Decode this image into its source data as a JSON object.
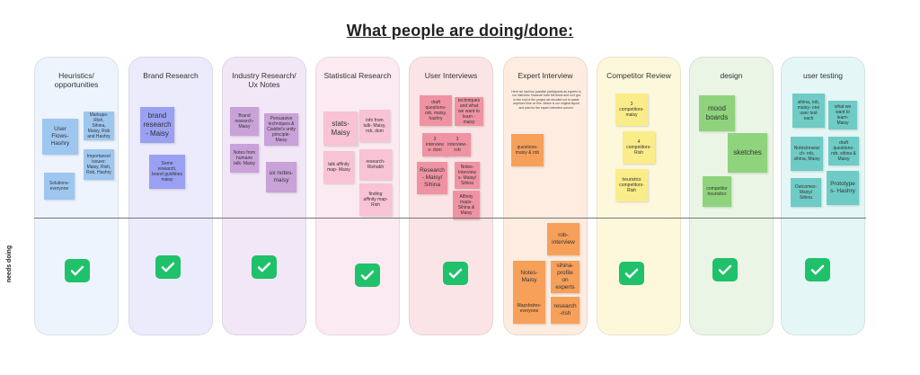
{
  "board": {
    "title": "What people are doing/done:",
    "row_label": "needs doing"
  },
  "columns": [
    {
      "title": "Heuristics/ opportunities",
      "bg": "#eef4fd",
      "notes": [
        {
          "text": "User Flows- Hashry",
          "color": "#9ec7f0"
        },
        {
          "text": "Markups- Rish, Sihina, Maisy, Rob and Hashry",
          "color": "#9ec7f0"
        },
        {
          "text": "Importance/ issues: Maisy, Rish, Rob, Hashry",
          "color": "#9ec7f0"
        },
        {
          "text": "Solutions- everyone",
          "color": "#9ec7f0"
        }
      ]
    },
    {
      "title": "Brand Research",
      "bg": "#ecebfb",
      "notes": [
        {
          "text": "brand research- Maisy",
          "color": "#9aa0f2"
        },
        {
          "text": "Some research, brand guidlines maisy",
          "color": "#9aa0f2"
        }
      ]
    },
    {
      "title": "Industry Research/ Ux Notes",
      "bg": "#f2e7f6",
      "notes": [
        {
          "text": "Brand research- Maisy",
          "color": "#c8a2d8"
        },
        {
          "text": "Persuasive techniques & Cialdini's unity principle- Maisy",
          "color": "#c8a2d8"
        },
        {
          "text": "Notes from humane talk- Maisy",
          "color": "#c8a2d8"
        },
        {
          "text": "ux notes- maisy",
          "color": "#c8a2d8"
        }
      ]
    },
    {
      "title": "Statistical Research",
      "bg": "#fbeaf1",
      "notes": [
        {
          "text": "stats- Maisy",
          "color": "#f7c3d5"
        },
        {
          "text": "info from talk- Maisy, rob, dom",
          "color": "#f7c3d5"
        },
        {
          "text": "talk affinity map- Maisy",
          "color": "#f7c3d5"
        },
        {
          "text": "research- Rishabh",
          "color": "#f7c3d5"
        },
        {
          "text": "finding affinity map- Rish",
          "color": "#f7c3d5"
        }
      ]
    },
    {
      "title": "User Interviews",
      "bg": "#fbe4e6",
      "notes": [
        {
          "text": "draft questions- rob, maisy, hashry",
          "color": "#ef93a3"
        },
        {
          "text": "techniques and what we want to learn - maisy",
          "color": "#ef93a3"
        },
        {
          "text": "3 interviews- dom",
          "color": "#ef93a3"
        },
        {
          "text": "3 interview- rob",
          "color": "#ef93a3"
        },
        {
          "text": "Research- Maisy/ Sihina",
          "color": "#ef93a3"
        },
        {
          "text": "Notes- Interviews- Maisy/ Sihina",
          "color": "#ef93a3"
        },
        {
          "text": "Affinity maps- Sihina & Maisy",
          "color": "#ef93a3"
        }
      ]
    },
    {
      "title": "Expert Interview",
      "bg": "#fdecdf",
      "description": "Here we had two possible participants as experts in our interview. However both fell threw and so it got to the end of the project we decided not to waste anymore time on this. Below is our original layout and plan for the expert interview column:",
      "notes": [
        {
          "text": "questions- maisy & rob",
          "color": "#f7a05a"
        },
        {
          "text": "rob- interview",
          "color": "#f7a05a"
        },
        {
          "text": "Notes- Maisy",
          "color": "#f7a05a"
        },
        {
          "text": "sihina- profile on experts",
          "color": "#f7a05a"
        },
        {
          "text": "Mapsbsites- everyone",
          "color": "#f7a05a"
        },
        {
          "text": "research -rish",
          "color": "#f7a05a"
        }
      ]
    },
    {
      "title": "Competitor Review",
      "bg": "#fdf8dc",
      "notes": [
        {
          "text": "3 competitors- maisy",
          "color": "#fbec8a"
        },
        {
          "text": "4 competitors- Rish",
          "color": "#fbec8a"
        },
        {
          "text": "heuristics competitors- Rish",
          "color": "#fbec8a"
        }
      ]
    },
    {
      "title": "design",
      "bg": "#eaf5e6",
      "notes": [
        {
          "text": "mood boards",
          "color": "#8fd47c"
        },
        {
          "text": "sketches",
          "color": "#8fd47c"
        },
        {
          "text": "competitor heuristics",
          "color": "#8fd47c"
        }
      ]
    },
    {
      "title": "user testing",
      "bg": "#e4f6f5",
      "notes": [
        {
          "text": "sihina, rob, maisy- one user test each",
          "color": "#6fcbc6"
        },
        {
          "text": "what we want to learn- Maisy",
          "color": "#6fcbc6"
        },
        {
          "text": "Notes/research- rob, sihina, Maisy",
          "color": "#6fcbc6"
        },
        {
          "text": "draft questions- rob, sihina & Maisy",
          "color": "#6fcbc6"
        },
        {
          "text": "Outcomes- Maisy/ Sihina",
          "color": "#6fcbc6"
        },
        {
          "text": "Prototypes- Hashry",
          "color": "#6fcbc6"
        }
      ]
    }
  ],
  "accent": {
    "check": "#1fc16b",
    "divider": "#777777"
  },
  "icons": {
    "done": "check-icon"
  }
}
